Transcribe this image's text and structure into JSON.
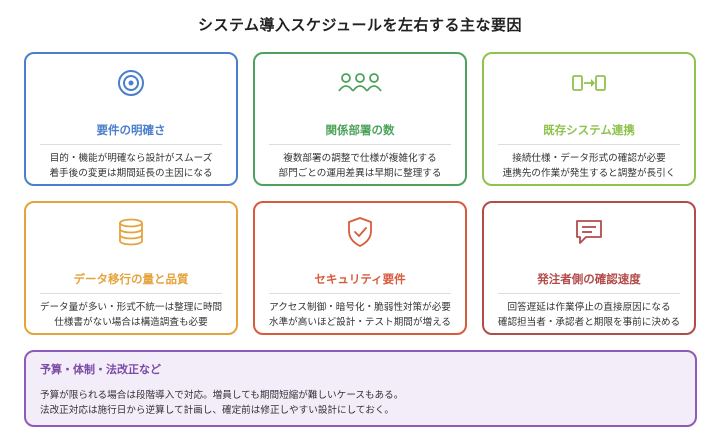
{
  "title": "システム導入スケジュールを左右する主な要因",
  "colors": {
    "blue": "#4a7fcd",
    "green": "#4ea35c",
    "lime": "#8fc34e",
    "orange": "#e5a33c",
    "red": "#d85b3d",
    "maroon": "#b24c4a",
    "purple": "#8e5bb8"
  },
  "cards": [
    {
      "icon": "target-icon",
      "heading": "要件の明確さ",
      "lines": [
        "目的・機能が明確なら設計がスムーズ",
        "着手後の変更は期間延長の主因になる"
      ]
    },
    {
      "icon": "people-icon",
      "heading": "関係部署の数",
      "lines": [
        "複数部署の調整で仕様が複雑化する",
        "部門ごとの運用差異は早期に整理する"
      ]
    },
    {
      "icon": "system-link-icon",
      "heading": "既存システム連携",
      "lines": [
        "接続仕様・データ形式の確認が必要",
        "連携先の作業が発生すると調整が長引く"
      ]
    },
    {
      "icon": "database-icon",
      "heading": "データ移行の量と品質",
      "lines": [
        "データ量が多い・形式不統一は整理に時間",
        "仕様書がない場合は構造調査も必要"
      ]
    },
    {
      "icon": "shield-check-icon",
      "heading": "セキュリティ要件",
      "lines": [
        "アクセス制御・暗号化・脆弱性対策が必要",
        "水準が高いほど設計・テスト期間が増える"
      ]
    },
    {
      "icon": "message-icon",
      "heading": "発注者側の確認速度",
      "lines": [
        "回答遅延は作業停止の直接原因になる",
        "確認担当者・承認者と期限を事前に決める"
      ]
    }
  ],
  "bottom": {
    "heading": "予算・体制・法改正など",
    "lines": [
      "予算が限られる場合は段階導入で対応。増員しても期間短縮が難しいケースもある。",
      "法改正対応は施行日から逆算して計画し、確定前は修正しやすい設計にしておく。"
    ]
  }
}
